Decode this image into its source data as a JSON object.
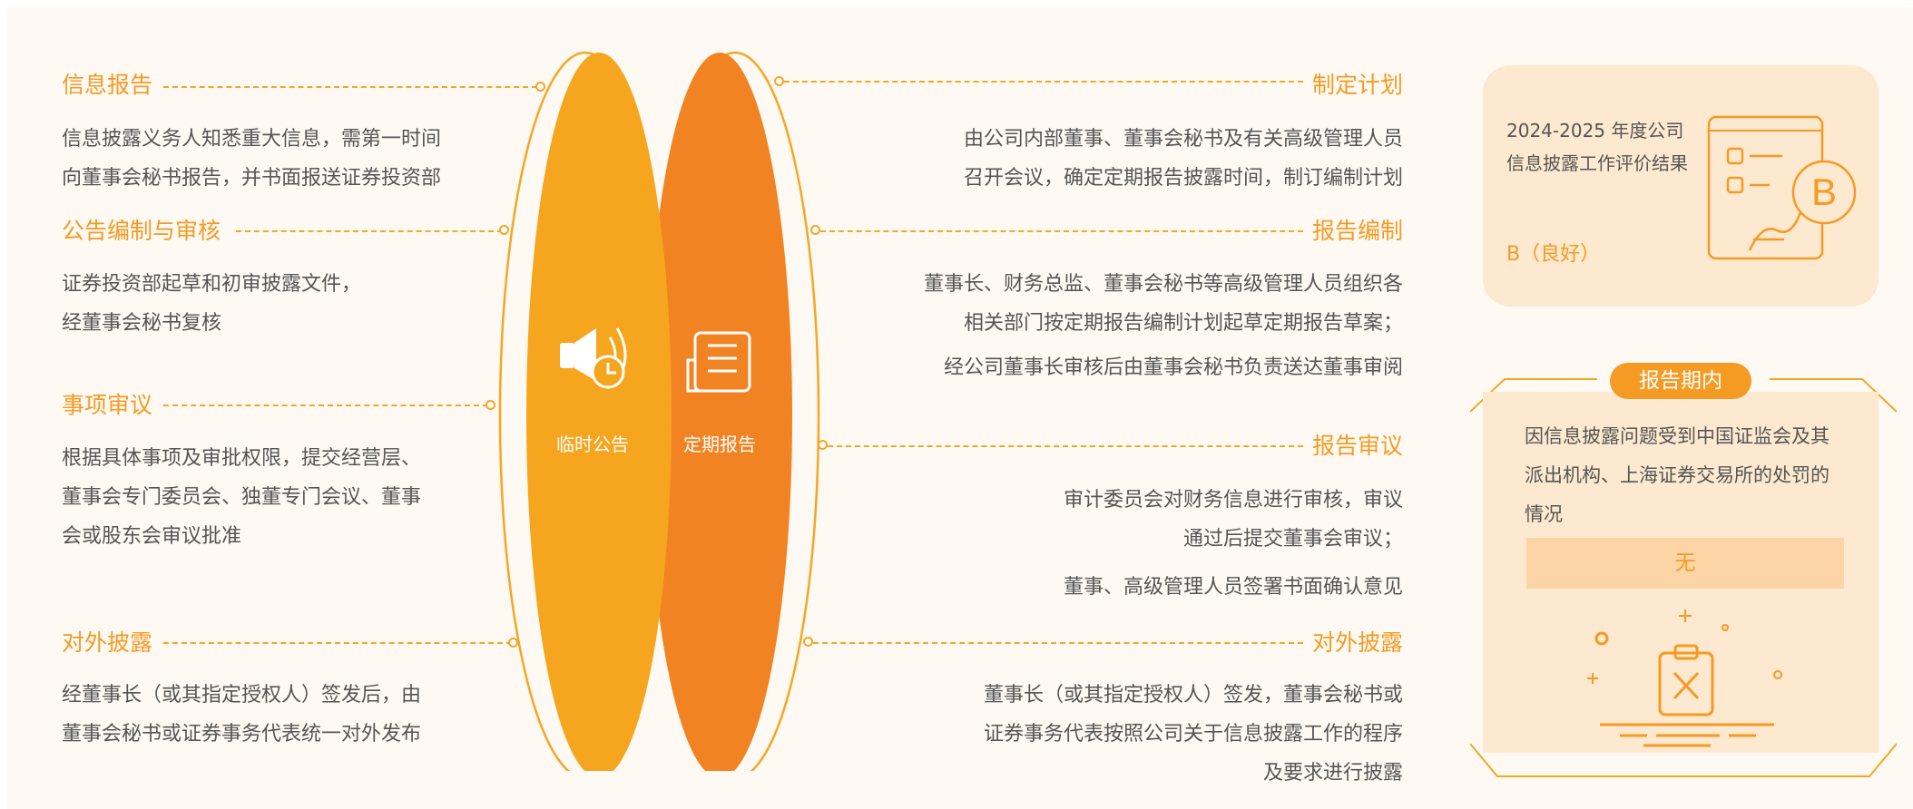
{
  "left_items": [
    {
      "title": "信息报告",
      "lines": [
        "信息披露义务人知悉重大信息，需第一时间",
        "向董事会秘书报告，并书面报送证券投资部"
      ]
    },
    {
      "title": "公告编制与审核",
      "lines": [
        "证券投资部起草和初审披露文件，",
        "经董事会秘书复核"
      ]
    },
    {
      "title": "事项审议",
      "lines": [
        "根据具体事项及审批权限，提交经营层、",
        "董事会专门委员会、独董专门会议、董事",
        "会或股东会审议批准"
      ]
    },
    {
      "title": "对外披露",
      "lines": [
        "经董事长（或其指定授权人）签发后，由",
        "董事会秘书或证券事务代表统一对外发布"
      ]
    }
  ],
  "right_items": [
    {
      "title": "制定计划",
      "lines": [
        "由公司内部董事、董事会秘书及有关高级管理人员",
        "召开会议，确定定期报告披露时间，制订编制计划"
      ]
    },
    {
      "title": "报告编制",
      "lines": [
        "董事长、财务总监、董事会秘书等高级管理人员组织各",
        "相关部门按定期报告编制计划起草定期报告草案；",
        "经公司董事长审核后由董事会秘书负责送达董事审阅"
      ]
    },
    {
      "title": "报告审议",
      "lines": [
        "审计委员会对财务信息进行审核，审议",
        "通过后提交董事会审议；",
        "董事、高级管理人员签署书面确认意见"
      ]
    },
    {
      "title": "对外披露",
      "lines": [
        "董事长（或其指定授权人）签发，董事会秘书或",
        "证券事务代表按照公司关于信息披露工作的程序",
        "及要求进行披露"
      ]
    }
  ],
  "center": {
    "left_label": "临时公告",
    "right_label": "定期报告"
  },
  "evaluation": {
    "text": "2024-2025 年度公司信息披露工作评价结果",
    "result": "B（良好）",
    "badge": "B"
  },
  "period": {
    "tag": "报告期内",
    "text": "因信息披露问题受到中国证监会及其派出机构、上海证券交易所的处罚的情况",
    "value": "无"
  },
  "colors": {
    "accent": "#f59a23",
    "orange_dark": "#f28322",
    "panel": "#fefaf3",
    "card": "#fde9cf"
  },
  "icons": [
    "speaker-clock-icon",
    "document-list-icon",
    "report-b-icon",
    "clipboard-x-icon"
  ]
}
